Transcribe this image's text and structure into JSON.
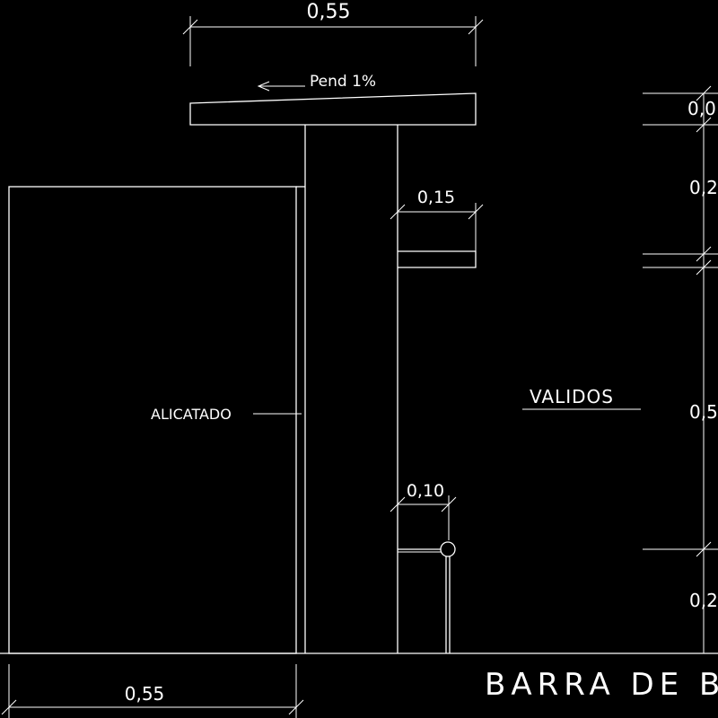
{
  "drawing": {
    "dim_top_width": "0,55",
    "slope_label": "Pend 1%",
    "dim_slot_height": "0,15",
    "label_tile": "ALICATADO",
    "label_valid": "VALIDOS",
    "dim_low_bar": "0,10",
    "dim_bottom_width": "0,55",
    "title_text": "BARRA DE B.",
    "right_dims": [
      "0,0",
      "0,2",
      "0,5",
      "0,2"
    ]
  },
  "colors": {
    "background": "#000000",
    "lines": "#ffffff"
  }
}
